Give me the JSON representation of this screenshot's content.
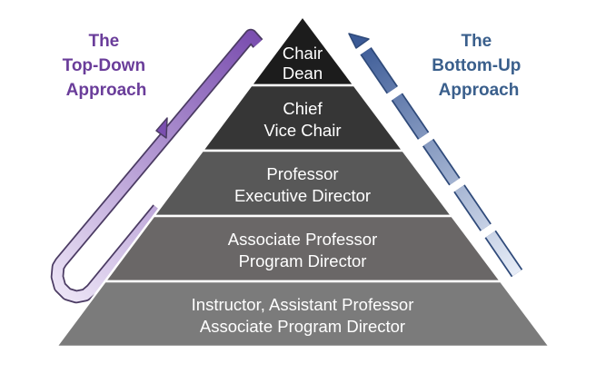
{
  "pyramid": {
    "tiers": [
      {
        "lines": [
          "Chair",
          "Dean"
        ],
        "color": "#1c1c1c"
      },
      {
        "lines": [
          "Chief",
          "Vice Chair"
        ],
        "color": "#363636"
      },
      {
        "lines": [
          "Professor",
          "Executive Director"
        ],
        "color": "#585858"
      },
      {
        "lines": [
          "Associate Professor",
          "Program Director"
        ],
        "color": "#6a6767"
      },
      {
        "lines": [
          "Instructor, Assistant Professor",
          "Associate Program Director"
        ],
        "color": "#7b7b7b"
      }
    ]
  },
  "top_down": {
    "title_lines": [
      "The",
      "Top-Down",
      "Approach"
    ],
    "title_color": "#6a3d9a",
    "arrow_color": "#7b4fb0",
    "arrow_light": "#ece4f6"
  },
  "bottom_up": {
    "title_lines": [
      "The",
      "Bottom-Up",
      "Approach"
    ],
    "title_color": "#3a5f8c",
    "arrow_color": "#3b5a96",
    "arrow_light": "#e6ecf7"
  }
}
